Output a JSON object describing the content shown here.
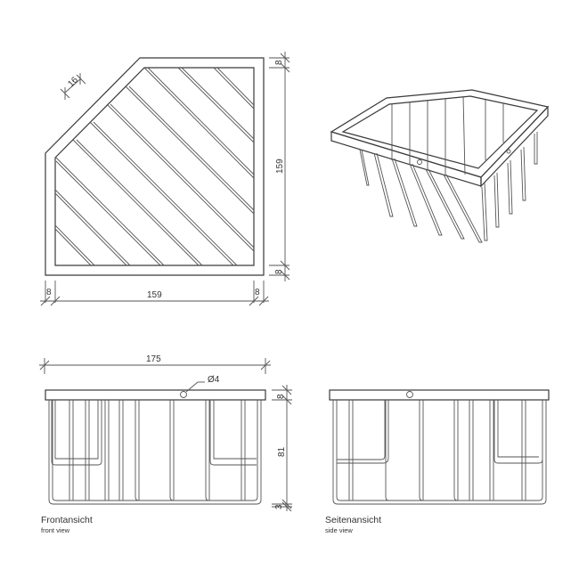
{
  "top_view": {
    "dimensions": {
      "wire_spacing": "16",
      "height_total": "159",
      "frame_top": "8",
      "frame_bottom": "8",
      "width_total": "159",
      "frame_left": "8",
      "frame_right": "8"
    }
  },
  "front_view": {
    "title": "Frontansicht",
    "subtitle": "front view",
    "dimensions": {
      "width": "175",
      "hole_diameter": "Ø4",
      "frame_height": "8",
      "basket_height": "81",
      "bottom_offset": "3"
    }
  },
  "side_view": {
    "title": "Seitenansicht",
    "subtitle": "side view"
  }
}
